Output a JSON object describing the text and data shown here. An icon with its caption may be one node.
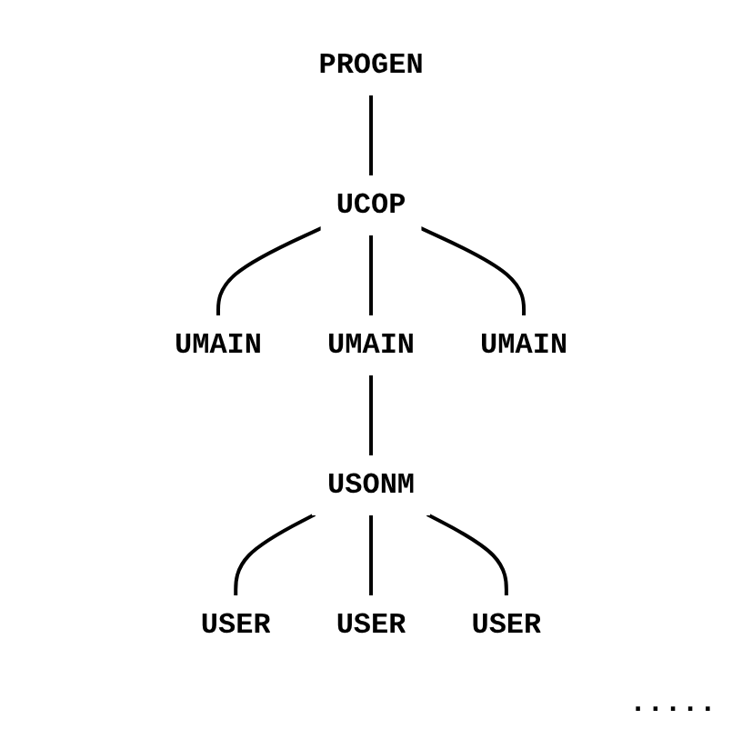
{
  "diagram": {
    "nodes": [
      {
        "text": [
          "PROGEN"
        ]
      },
      {
        "text": [
          "UCOP"
        ]
      },
      {
        "text": [
          "UMAIN"
        ]
      },
      {
        "text": [
          "UMAIN"
        ]
      },
      {
        "text": [
          "UMAIN"
        ]
      },
      {
        "text": [
          "USONM"
        ]
      },
      {
        "text": [
          "USER"
        ]
      },
      {
        "text": [
          "USER"
        ]
      },
      {
        "text": [
          "USER"
        ]
      }
    ],
    "edges": [
      {
        "from": 0,
        "to": 1,
        "arrow": "none"
      },
      {
        "from": 1,
        "to": 2,
        "arrow": "none"
      },
      {
        "from": 1,
        "to": 3,
        "arrow": "none"
      },
      {
        "from": 1,
        "to": 4,
        "arrow": "none"
      },
      {
        "from": 3,
        "to": 5,
        "arrow": "none"
      },
      {
        "from": 5,
        "to": 6,
        "arrow": "none"
      },
      {
        "from": 5,
        "to": 7,
        "arrow": "none"
      },
      {
        "from": 5,
        "to": 8,
        "arrow": "none"
      }
    ],
    "labels": [
      "....."
    ]
  }
}
